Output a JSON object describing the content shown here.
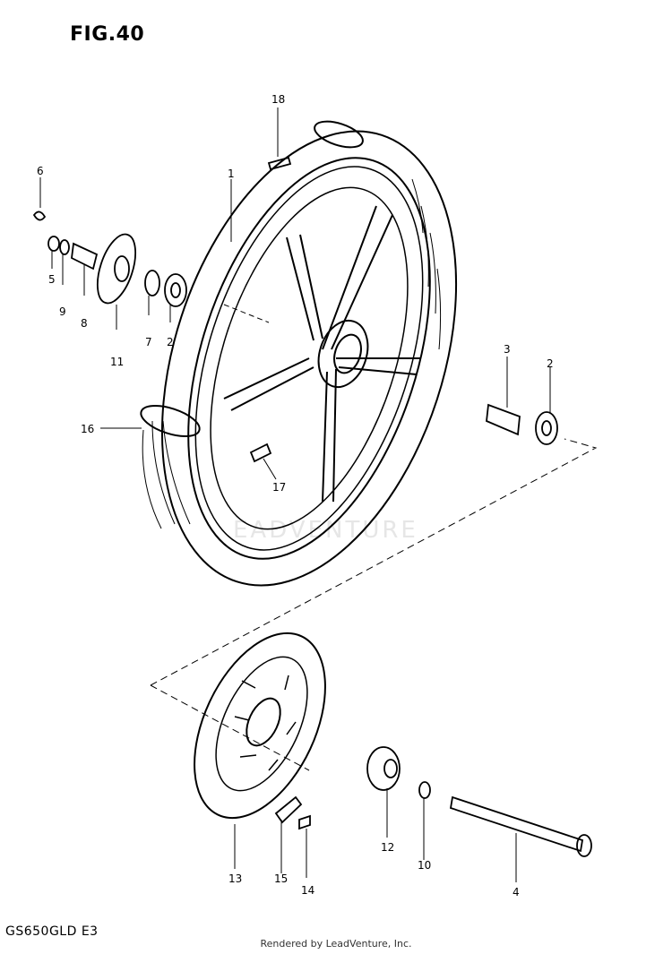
{
  "figure": {
    "title": "FIG.40",
    "model_code": "GS650GLD E3",
    "footer": "Rendered by LeadVenture, Inc."
  },
  "part_labels": [
    "1",
    "2",
    "2",
    "3",
    "4",
    "5",
    "6",
    "7",
    "8",
    "9",
    "10",
    "11",
    "12",
    "13",
    "14",
    "15",
    "16",
    "17",
    "18"
  ],
  "colors": {
    "ink": "#000000",
    "watermark": "#e6e6e6",
    "paper": "#ffffff"
  }
}
